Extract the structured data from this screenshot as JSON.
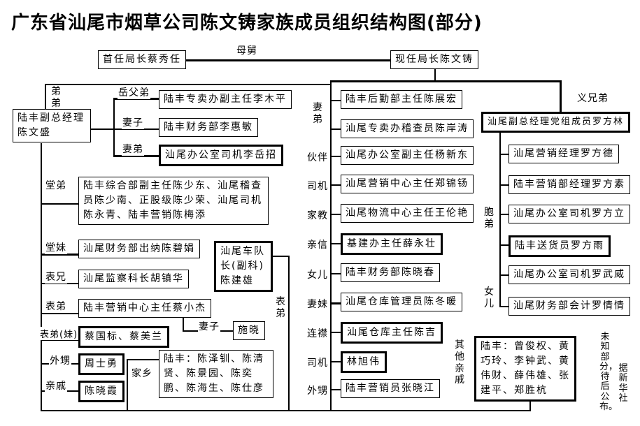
{
  "title": "广东省汕尾市烟草公司陈文铸家族成员组织结构图(部分)",
  "top": {
    "first_director": "首任局长蔡秀任",
    "relation": "母舅",
    "current_director": "现任局长陈文铸"
  },
  "left": {
    "relation": "弟弟",
    "root": "陆丰副总经理陈文盛",
    "in_laws": [
      {
        "relation": "岳父弟",
        "name": "陆丰专卖办副主任李木平"
      },
      {
        "relation": "妻子",
        "name": "陆丰财务部李惠敏"
      },
      {
        "relation": "妻弟",
        "name": "汕尾办公室司机李岳招"
      }
    ],
    "relatives": [
      {
        "relation": "堂弟",
        "name": "陆丰综合部副主任陈少东、汕尾稽查员陈少南、正股级陈少荣、汕尾司机陈永青、陆丰营销陈梅添"
      },
      {
        "relation": "堂妹",
        "name": "汕尾财务部出纳陈碧娟"
      },
      {
        "relation": "表兄",
        "name": "汕尾监察科长胡镇华"
      },
      {
        "relation": "表弟",
        "name": "陆丰营销中心主任蔡小杰"
      },
      {
        "relation": "表弟(妹)",
        "name": "蔡国标、蔡美兰"
      },
      {
        "relation": "外甥",
        "name": "周士勇"
      },
      {
        "relation": "亲戚",
        "name": "陈晓霞"
      }
    ],
    "spouse_of_caixiaojie": {
      "relation": "妻子",
      "name": "施晓"
    },
    "hometown": {
      "relation": "家乡",
      "name": "陆丰：陈泽钏、陈清贤、陈景园、陈奕鹏、陈海生、陈仕彦"
    }
  },
  "middle": {
    "fleet_captain": {
      "relation": "表弟",
      "name": "汕尾车队长(副科)陈建雄"
    },
    "rows": [
      {
        "relation": "妻弟",
        "name": "陆丰后勤部主任陈展宏"
      },
      {
        "relation": "",
        "name": "汕尾专卖办稽查员陈岸涛"
      },
      {
        "relation": "伙伴",
        "name": "汕尾办公室副主任杨新东"
      },
      {
        "relation": "司机",
        "name": "汕尾营销中心主任郑锦钖"
      },
      {
        "relation": "家教",
        "name": "汕尾物流中心主任王伦艳"
      },
      {
        "relation": "亲信",
        "name": "基建办主任薛永壮"
      },
      {
        "relation": "女儿",
        "name": "陆丰财务部陈晓春"
      },
      {
        "relation": "妻妹",
        "name": "汕尾仓库管理员陈冬暖"
      },
      {
        "relation": "连襟",
        "name": "汕尾仓库主任陈吉"
      },
      {
        "relation": "司机",
        "name": "林旭伟"
      },
      {
        "relation": "外甥",
        "name": "陆丰营销员张晓江"
      }
    ]
  },
  "right": {
    "relation": "义兄弟",
    "root": "汕尾副总经理党组成员罗方林",
    "sibling_relation": "胞弟",
    "daughter_relation": "女儿",
    "members": [
      "汕尾营销经理罗方德",
      "陆丰营销部经理罗方素",
      "汕尾办公室司机罗方立",
      "陆丰送货员罗方雨",
      "汕尾办公室司机罗武威",
      "汕尾财务部会计罗情情"
    ],
    "others": {
      "relation": "其他亲戚",
      "name": "陆丰：曾俊权、黄巧玲、李钟武、黄伟财、薛伟雄、张建平、郑胜杭"
    }
  },
  "source_note": {
    "unknown": "未知部分，待后公布。",
    "agency": "据新华社"
  }
}
